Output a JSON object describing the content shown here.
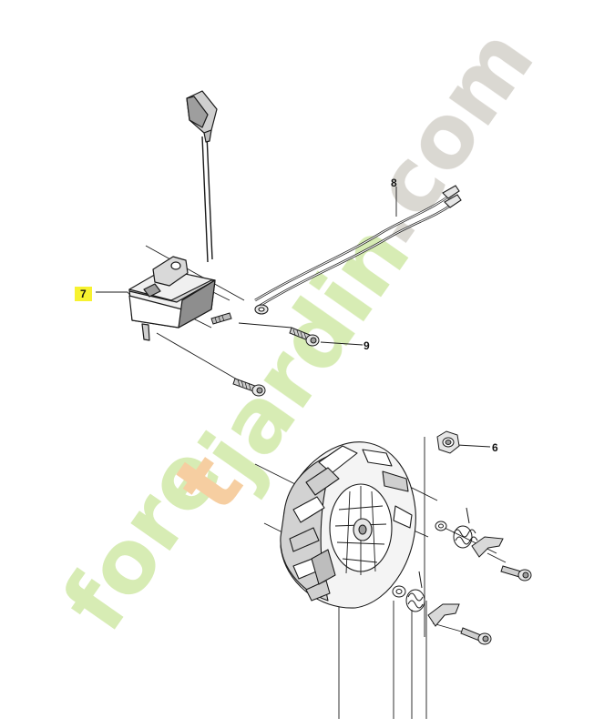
{
  "callouts": {
    "part7": "7",
    "part8": "8",
    "part9": "9",
    "part6": "6"
  },
  "watermark": {
    "text": "foretjardin.com",
    "color_green": "#d5ebb0",
    "color_orange": "#f6cc9c",
    "color_gray": "#d9d6d0"
  },
  "colors": {
    "highlight": "#f7f230",
    "line": "#1a1a1a",
    "fill_dark": "#bfbfbf",
    "fill_light": "#eeeeee"
  }
}
